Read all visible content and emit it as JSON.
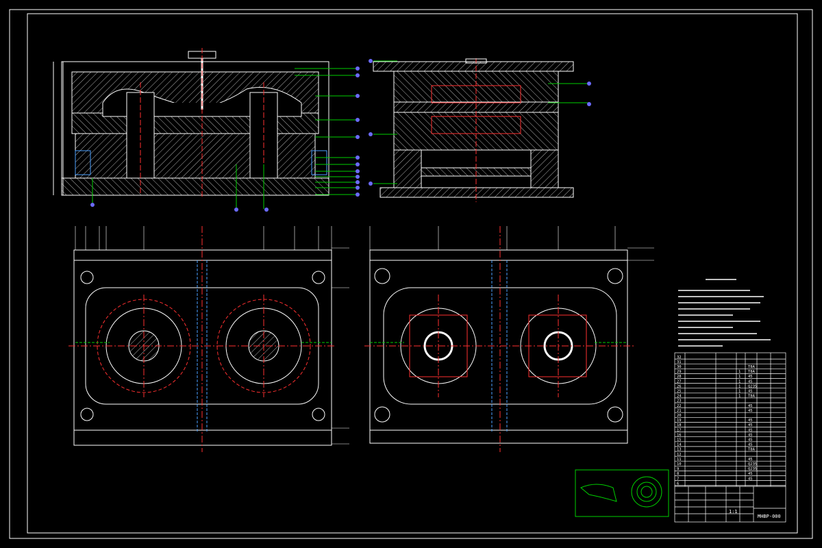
{
  "title_block": {
    "drawing_number": "MHBP-000",
    "scale": "1:1",
    "part_name": "",
    "bom_rows": [
      {
        "item": "32",
        "qty": "",
        "mat": ""
      },
      {
        "item": "31",
        "qty": "",
        "mat": ""
      },
      {
        "item": "30",
        "qty": "",
        "mat": "T8A"
      },
      {
        "item": "29",
        "qty": "1",
        "mat": "T8A"
      },
      {
        "item": "28",
        "qty": "1",
        "mat": "45"
      },
      {
        "item": "27",
        "qty": "1",
        "mat": "45"
      },
      {
        "item": "26",
        "qty": "1",
        "mat": "Q235"
      },
      {
        "item": "25",
        "qty": "1",
        "mat": "45"
      },
      {
        "item": "24",
        "qty": "1",
        "mat": "T8A"
      },
      {
        "item": "23",
        "qty": "",
        "mat": ""
      },
      {
        "item": "22",
        "qty": "",
        "mat": "45"
      },
      {
        "item": "21",
        "qty": "",
        "mat": "45"
      },
      {
        "item": "20",
        "qty": "",
        "mat": ""
      },
      {
        "item": "19",
        "qty": "",
        "mat": "45"
      },
      {
        "item": "18",
        "qty": "",
        "mat": "45"
      },
      {
        "item": "17",
        "qty": "",
        "mat": "45"
      },
      {
        "item": "16",
        "qty": "",
        "mat": "45"
      },
      {
        "item": "15",
        "qty": "",
        "mat": "45"
      },
      {
        "item": "14",
        "qty": "",
        "mat": "45"
      },
      {
        "item": "13",
        "qty": "",
        "mat": "T8A"
      },
      {
        "item": "12",
        "qty": "",
        "mat": ""
      },
      {
        "item": "11",
        "qty": "",
        "mat": "45"
      },
      {
        "item": "10",
        "qty": "",
        "mat": "Q235"
      },
      {
        "item": "9",
        "qty": "",
        "mat": "Q235"
      },
      {
        "item": "8",
        "qty": "",
        "mat": "45"
      },
      {
        "item": "7",
        "qty": "",
        "mat": "45"
      },
      {
        "item": "6",
        "qty": "",
        "mat": ""
      }
    ]
  },
  "colors": {
    "background": "#000000",
    "frame": "#ffffff",
    "hatch": "#ffffff",
    "hidden": "#ff3030",
    "center": "#ff3030",
    "balloon": "#6b6bff",
    "leader": "#00d000",
    "component": "#4aa0ff",
    "thumbnail": "#00d000"
  }
}
